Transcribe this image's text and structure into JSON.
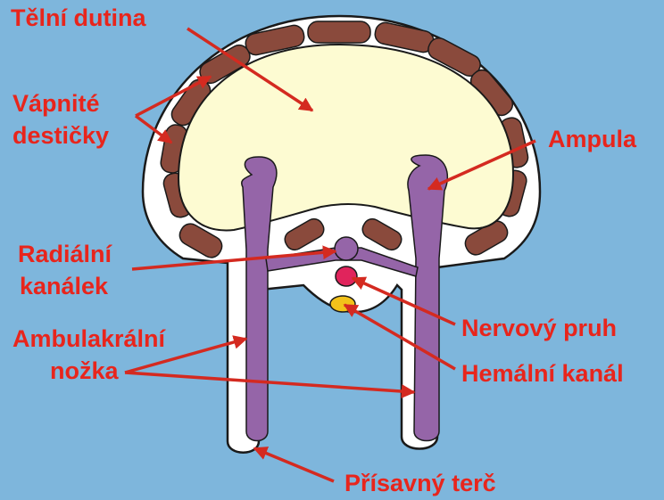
{
  "labels": {
    "telni_dutina": "Tělní dutina",
    "vapnite_desticky_line1": "Vápnité",
    "vapnite_desticky_line2": "destičky",
    "ampula": "Ampula",
    "radialni_kanalek_line1": "Radiální",
    "radialni_kanalek_line2": "kanálek",
    "nervovy_pruh": "Nervový pruh",
    "ambulakralni_nozka_line1": "Ambulakrální",
    "ambulakralni_nozka_line2": "nožka",
    "hemalni_kanal": "Hemální kanál",
    "prisavny_terc": "Přísavný terč"
  },
  "colors": {
    "background": "#7eb6dc",
    "label_text": "#e8251c",
    "arrow": "#d42a20",
    "body_cavity": "#fdfbd2",
    "calcareous_plates": "#8a4a3c",
    "water_vascular_system": "#9565a8",
    "nerve_strand": "#e0245c",
    "hemal_canal": "#f2c21a",
    "body_wall": "#ffffff",
    "outline": "#1a1a1a"
  }
}
